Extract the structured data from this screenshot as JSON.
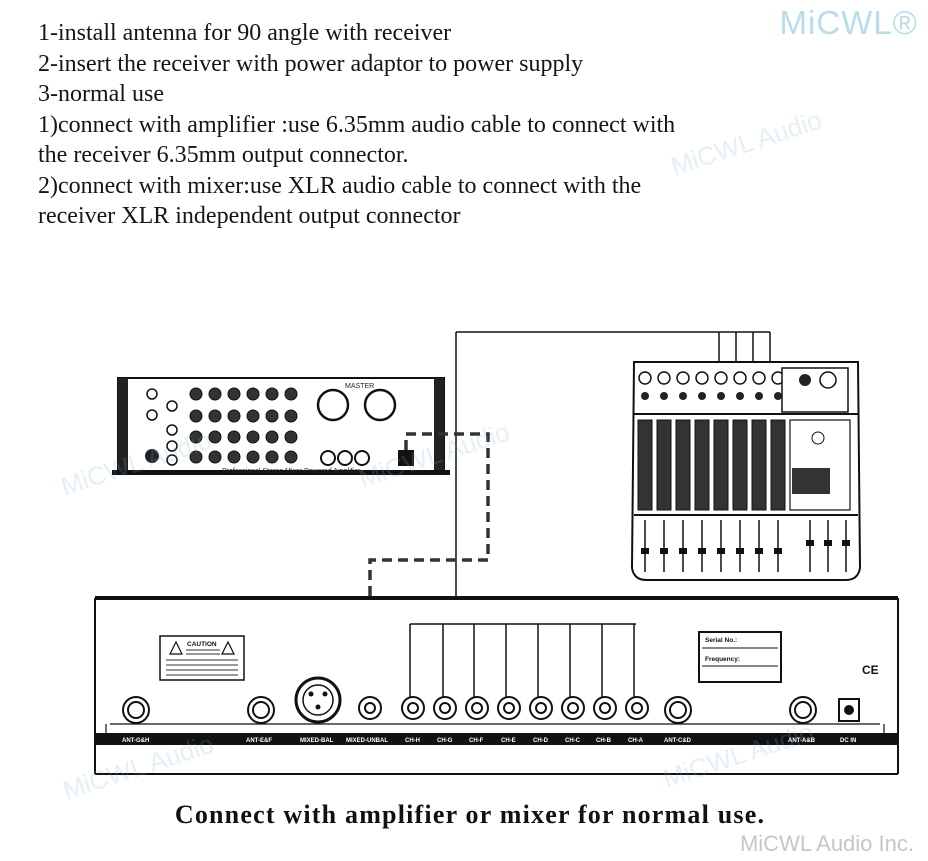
{
  "brand": "MiCWL®",
  "instructions": [
    "1-install antenna for 90 angle with receiver",
    "2-insert the receiver with power adaptor to power supply",
    "3-normal use",
    "1)connect with amplifier :use 6.35mm audio cable to connect with",
    "the receiver 6.35mm output connector.",
    "2)connect with mixer:use XLR  audio cable to connect with the",
    "receiver XLR independent output connector"
  ],
  "amplifier": {
    "caption": "Professional Stereo Mixer Powered Amplifier",
    "master_label": "MASTER"
  },
  "receiver": {
    "caution_title": "CAUTION",
    "serial_label": "Serial No.:",
    "frequency_label": "Frequency:",
    "ce_mark": "CE",
    "ports": [
      "ANT-G&H",
      "ANT-E&F",
      "MIXED-BAL",
      "MIXED-UNBAL",
      "CH-H",
      "CH-G",
      "CH-F",
      "CH-E",
      "CH-D",
      "CH-C",
      "CH-B",
      "CH-A",
      "ANT-C&D",
      "ANT-A&B",
      "DC IN"
    ]
  },
  "watermarks": [
    "MiCWL Audio",
    "MiCWL Audio",
    "MiCWL Audio",
    "MiCWL Audio",
    "MiCWL Audio"
  ],
  "caption": "Connect with amplifier or mixer for normal use.",
  "footer_brand": "MiCWL Audio Inc."
}
